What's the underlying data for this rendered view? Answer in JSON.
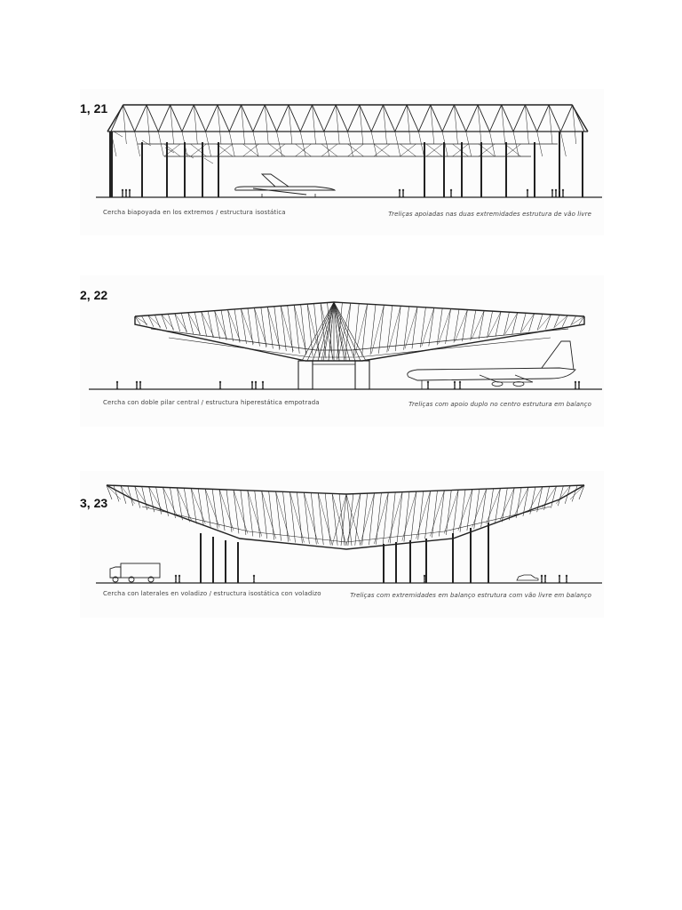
{
  "figures": [
    {
      "number": "1, 21",
      "caption_es": "Cercha biapoyada en los extremos / estructura isostática",
      "caption_pt": "Treliças apoiadas nas duas extremidades estrutura de vão livre"
    },
    {
      "number": "2, 22",
      "caption_es": "Cercha con doble pilar central / estructura hiperestática empotrada",
      "caption_pt": "Treliças com apoio duplo no centro estrutura em balanço"
    },
    {
      "number": "3, 23",
      "caption_es": "Cercha con laterales en voladizo / estructura isostática con voladizo",
      "caption_pt": "Treliças com extremidades em balanço estrutura com vão livre em balanço"
    }
  ]
}
